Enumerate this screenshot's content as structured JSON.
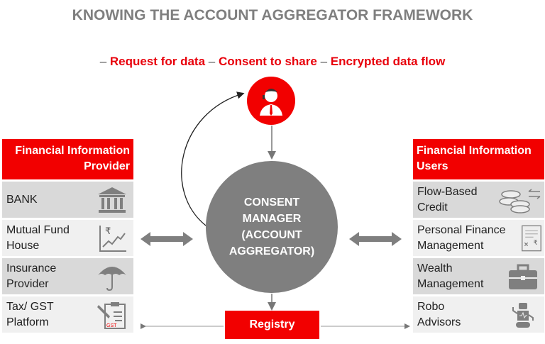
{
  "title": "KNOWING THE ACCOUNT AGGREGATOR FRAMEWORK",
  "subtitle": {
    "dash": "–",
    "items": [
      "Request for data",
      "Consent to share",
      "Encrypted data flow"
    ]
  },
  "center": {
    "lines": [
      "CONSENT",
      "MANAGER",
      "(ACCOUNT",
      "AGGREGATOR)"
    ]
  },
  "registry": "Registry",
  "providers": {
    "header_lines": [
      "Financial Information",
      "Provider"
    ],
    "items": [
      {
        "lines": [
          "BANK"
        ],
        "icon": "bank-icon"
      },
      {
        "lines": [
          "Mutual Fund",
          "House"
        ],
        "icon": "rupee-chart-icon"
      },
      {
        "lines": [
          "Insurance",
          "Provider"
        ],
        "icon": "umbrella-icon"
      },
      {
        "lines": [
          "Tax/ GST",
          "Platform"
        ],
        "icon": "gst-clipboard-icon",
        "icon_text": "GST"
      }
    ]
  },
  "users": {
    "header_lines": [
      "Financial Information",
      "Users"
    ],
    "items": [
      {
        "lines": [
          "Flow-Based",
          "Credit"
        ],
        "icon": "coins-icon"
      },
      {
        "lines": [
          "Personal Finance",
          "Management"
        ],
        "icon": "bill-icon",
        "icon_text": "₹"
      },
      {
        "lines": [
          "Wealth",
          "Management"
        ],
        "icon": "briefcase-icon"
      },
      {
        "lines": [
          "Robo",
          "Advisors"
        ],
        "icon": "robot-icon"
      }
    ]
  },
  "colors": {
    "red": "#f20000",
    "gray": "#7f7f7f"
  }
}
